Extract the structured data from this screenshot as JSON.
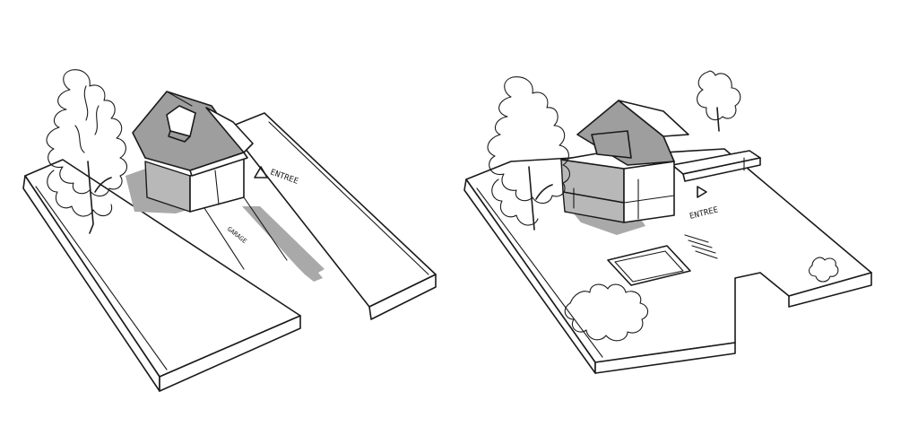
{
  "left_sketch": {
    "entrance_label": "ENTREE",
    "garage_label": "GARAGE"
  },
  "right_sketch": {
    "entrance_label": "ENTREE"
  }
}
